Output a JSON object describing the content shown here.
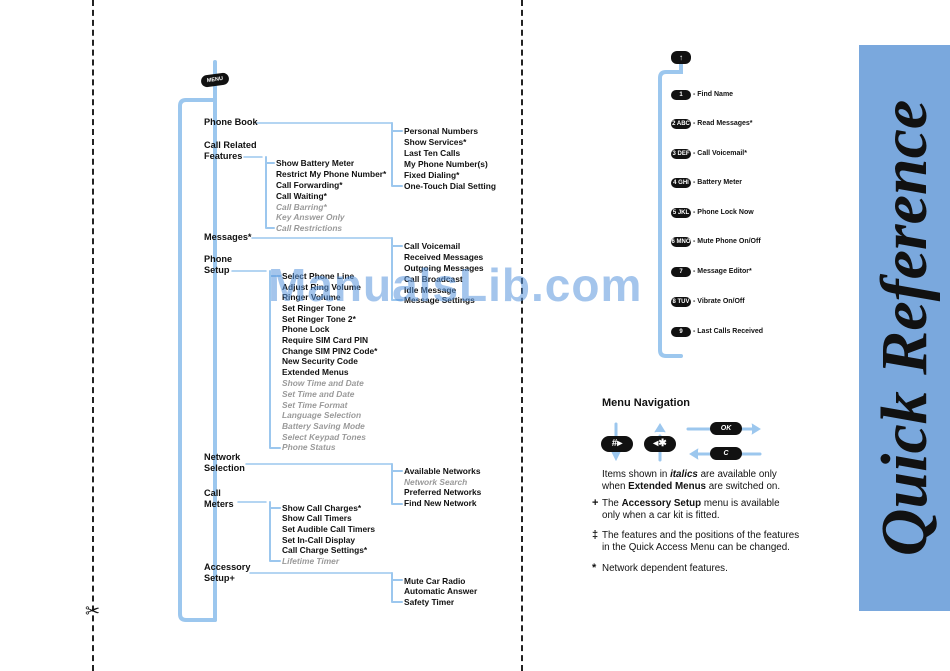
{
  "phone_book": "Phone Book",
  "phone_book_items": [
    "Personal Numbers",
    "Show Services*",
    "Last Ten Calls",
    "My Phone Number(s)",
    "Fixed Dialing*",
    "One-Touch Dial Setting"
  ],
  "call_related": "Call Related\nFeatures",
  "call_related_items": [
    {
      "label": "Show Battery Meter",
      "italic": false
    },
    {
      "label": "Restrict My Phone Number*",
      "italic": false
    },
    {
      "label": "Call Forwarding*",
      "italic": false
    },
    {
      "label": "Call Waiting*",
      "italic": false
    },
    {
      "label": "Call Barring*",
      "italic": true
    },
    {
      "label": "Key Answer Only",
      "italic": true
    },
    {
      "label": "Call Restrictions",
      "italic": true
    }
  ],
  "messages": "Messages*",
  "messages_items": [
    "Call Voicemail",
    "Received Messages",
    "Outgoing Messages",
    "Call Broadcast",
    "Idle Message",
    "Message Settings"
  ],
  "phone_setup": "Phone\nSetup",
  "phone_setup_items": [
    {
      "label": "Select Phone Line",
      "italic": false
    },
    {
      "label": "Adjust Ring Volume",
      "italic": false
    },
    {
      "label": "Ringer Volume",
      "italic": false
    },
    {
      "label": "Set Ringer Tone",
      "italic": false
    },
    {
      "label": "Set Ringer Tone 2*",
      "italic": false
    },
    {
      "label": "Phone Lock",
      "italic": false
    },
    {
      "label": "Require SIM Card PIN",
      "italic": false
    },
    {
      "label": "Change SIM PIN2 Code*",
      "italic": false
    },
    {
      "label": "New Security Code",
      "italic": false
    },
    {
      "label": "Extended Menus",
      "italic": false
    },
    {
      "label": "Show Time and Date",
      "italic": true
    },
    {
      "label": "Set Time and Date",
      "italic": true
    },
    {
      "label": "Set Time Format",
      "italic": true
    },
    {
      "label": "Language Selection",
      "italic": true
    },
    {
      "label": "Battery Saving Mode",
      "italic": true
    },
    {
      "label": "Select Keypad Tones",
      "italic": true
    },
    {
      "label": "Phone Status",
      "italic": true
    }
  ],
  "network": "Network\nSelection",
  "network_items": [
    {
      "label": "Available Networks",
      "italic": false
    },
    {
      "label": "Network Search",
      "italic": true
    },
    {
      "label": "Preferred Networks",
      "italic": false
    },
    {
      "label": "Find New Network",
      "italic": false
    }
  ],
  "call_meters": "Call\nMeters",
  "call_meters_items": [
    {
      "label": "Show Call Charges*",
      "italic": false
    },
    {
      "label": "Show Call Timers",
      "italic": false
    },
    {
      "label": "Set Audible Call Timers",
      "italic": false
    },
    {
      "label": "Set In-Call Display",
      "italic": false
    },
    {
      "label": "Call Charge Settings*",
      "italic": false
    },
    {
      "label": "Lifetime Timer",
      "italic": true
    }
  ],
  "accessory": "Accessory\nSetup+",
  "accessory_items": [
    "Mute Car Radio",
    "Automatic Answer",
    "Safety Timer"
  ],
  "menu_key": "MENU",
  "quick_access": [
    {
      "key": "1",
      "label": "- Find Name"
    },
    {
      "key": "2 ABC",
      "label": "- Read Messages*"
    },
    {
      "key": "3 DEF",
      "label": "- Call Voicemail*"
    },
    {
      "key": "4 GHI",
      "label": "- Battery Meter"
    },
    {
      "key": "5 JKL",
      "label": "- Phone Lock Now"
    },
    {
      "key": "6 MNO",
      "label": "- Mute Phone On/Off"
    },
    {
      "key": "7 PQRS",
      "label": "- Message Editor*"
    },
    {
      "key": "8 TUV",
      "label": "- Vibrate On/Off"
    },
    {
      "key": "9 WXYZ",
      "label": "- Last Calls Received"
    }
  ],
  "up_key": "↑",
  "menu_nav_title": "Menu Navigation",
  "nav_keys": {
    "hash": "#▸",
    "star": "◂✱",
    "ok": "OK",
    "c": "C"
  },
  "note_italics_a": "Items shown in ",
  "note_italics_b": "italics",
  "note_italics_c": " are available only\nwhen ",
  "note_italics_d": "Extended Menus",
  "note_italics_e": " are switched on.",
  "note_accessory_sym": "+",
  "note_accessory_a": "The ",
  "note_accessory_b": "Accessory Setup",
  "note_accessory_c": " menu is available\nonly when a car kit is fitted.",
  "note_features_sym": "‡",
  "note_features": "The features and the positions of the features\nin the Quick Access Menu can be changed.",
  "note_network_sym": "*",
  "note_network": "Network dependent features.",
  "side_title": "Quick Reference",
  "watermark": "ManualsLib.com",
  "colors": {
    "accent": "#9cc7ee",
    "tab": "#7aa8dd",
    "italic_grey": "#9a9a9a"
  }
}
